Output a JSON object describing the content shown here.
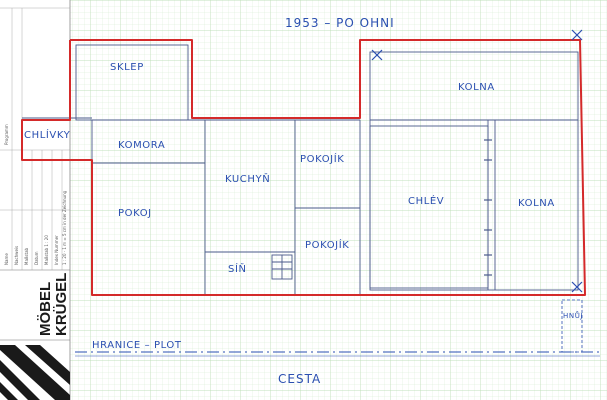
{
  "header": {
    "title": "1953 – PO OHNI"
  },
  "rooms": {
    "sklep": "SKLEP",
    "chlivky": "CHLÍVKY",
    "komora": "KOMORA",
    "pokoj": "POKOJ",
    "kuchyn": "KUCHYŇ",
    "pokojik_top": "POKOJÍK",
    "pokojik_bottom": "POKOJÍK",
    "sin": "SÍŇ",
    "kolna_top": "KOLNA",
    "chlev": "CHLÉV",
    "kolna_right": "KOLNA",
    "hnuj": "HNŮJ"
  },
  "site": {
    "boundary": "HRANICE – PLOT",
    "road": "CESTA"
  },
  "title_block": {
    "brand_line1": "MÖBEL",
    "brand_line2": "KRÜGEL",
    "fields": [
      "Name",
      "Nachweis",
      "Maßstab",
      "Datum",
      "Maßstab 1 : 20",
      "Index Nummer",
      "1 : 20 · 1 m = 5 cm in der Zeichnung",
      "Programm"
    ]
  },
  "colors": {
    "grid_line": "#c8e6c2",
    "grid_major": "#a8d2a0",
    "ink": "#2a4fb0",
    "red_outline": "#d42a2a",
    "pencil": "#5a6b8a"
  }
}
